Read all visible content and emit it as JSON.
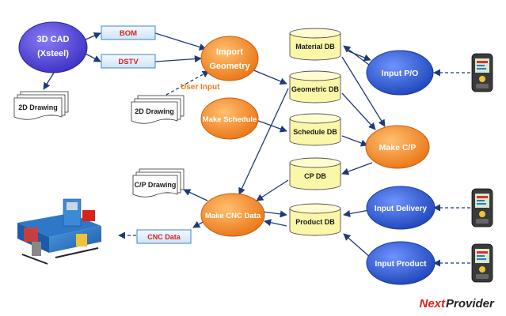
{
  "colors": {
    "blue_node": "#2f5fd6",
    "orange_node": "#f28a2a",
    "db_fill": "#fbf7a8",
    "file_fill": "#e6f1fa",
    "file_stroke": "#3a86c8",
    "arrow": "#1f3a78",
    "user_input_text": "#f07a1a",
    "brand_red": "#d6241c",
    "brand_dark": "#222222"
  },
  "nodes": {
    "cad": {
      "line1": "3D CAD",
      "line2": "(Xsteel)"
    },
    "import_geometry": {
      "line1": "Import",
      "line2": "Geometry"
    },
    "make_schedule": "Make Schedule",
    "make_cp": "Make C/P",
    "make_cnc": "Make CNC Data",
    "input_po": "Input P/O",
    "input_delivery": "Input Delivery",
    "input_product": "Input Product"
  },
  "databases": {
    "material": "Material DB",
    "geometric": "Geometric DB",
    "schedule": "Schedule DB",
    "cp": "CP DB",
    "product": "Product DB"
  },
  "files": {
    "bom": "BOM",
    "dstv": "DSTV",
    "cnc_data": "CNC Data"
  },
  "documents": {
    "drawing_2d_left": "2D Drawing",
    "drawing_2d_mid": "2D Drawing",
    "cp_drawing": "C/P Drawing"
  },
  "annotations": {
    "user_input": "User Input"
  },
  "devices": {
    "machine_icon": "cnc-machine-icon",
    "handheld_icon": "handheld-terminal-icon"
  },
  "brand": {
    "part1": "Next",
    "part2": "Provider"
  }
}
